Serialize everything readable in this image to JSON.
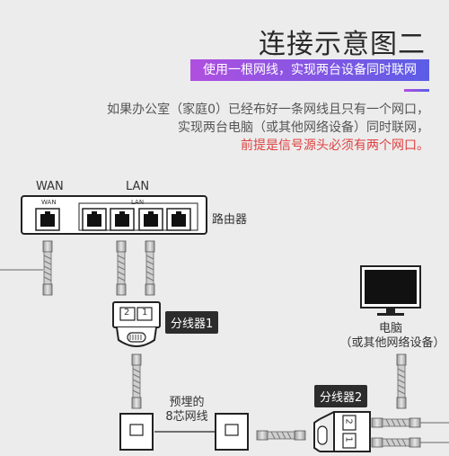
{
  "header": {
    "title": "连接示意图二",
    "subtitle": "使用一根网线，实现两台设备同时联网",
    "desc_line1": "如果办公室（家庭0）已经布好一条网线且只有一个网口，",
    "desc_line2": "实现两台电脑（或其他网络设备）同时联网，",
    "desc_line3": "前提是信号源头必须有两个网口。"
  },
  "diagram": {
    "wan_label": "WAN",
    "lan_label": "LAN",
    "wan_port_label": "WAN",
    "lan_port_label": "LAN",
    "router_label": "路由器",
    "splitter1_label": "分线器1",
    "splitter2_label": "分线器2",
    "splitter_ports": [
      "2",
      "1"
    ],
    "cable_label_line1": "预埋的",
    "cable_label_line2": "8芯网线",
    "computer_label_line1": "电脑",
    "computer_label_line2": "（或其他网络设备）"
  },
  "colors": {
    "accent_start": "#b04fe0",
    "accent_end": "#5b5de6",
    "highlight": "#e04040",
    "dark": "#2c2c2c"
  }
}
